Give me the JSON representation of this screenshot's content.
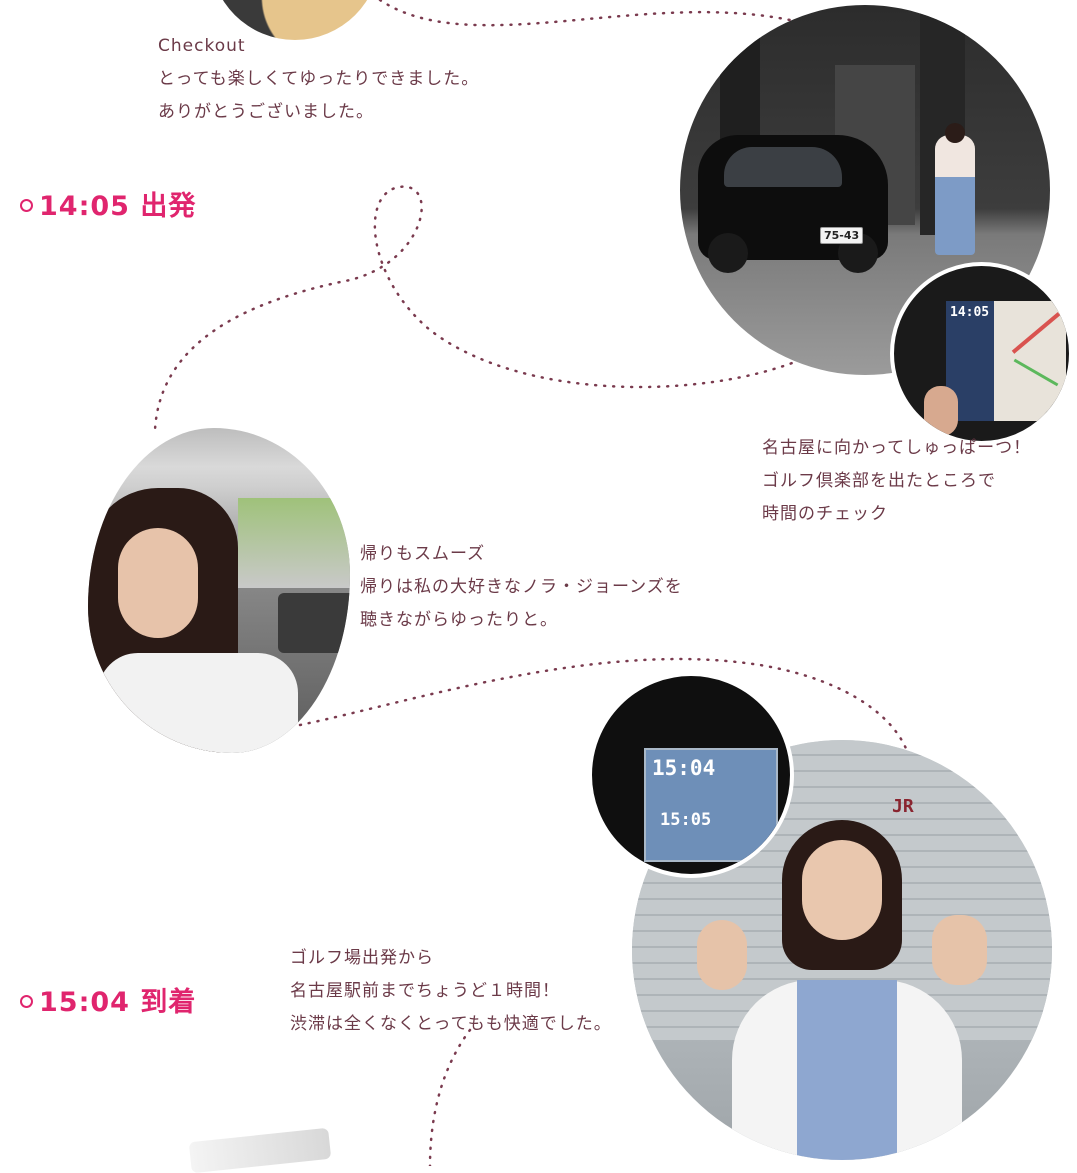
{
  "timeline": {
    "checkout": {
      "heading": "Checkout",
      "lines": [
        "とっても楽しくてゆったりできました。",
        "ありがとうございました。"
      ]
    },
    "departure": {
      "time": "14:05",
      "label": "出発",
      "caption": [
        "名古屋に向かってしゅっぱーつ！",
        "ゴルフ倶楽部を出たところで",
        "時間のチェック"
      ]
    },
    "drive": {
      "caption": [
        "帰りもスムーズ",
        "帰りは私の大好きなノラ・ジョーンズを",
        "聴きながらゆったりと。"
      ]
    },
    "arrival": {
      "time": "15:04",
      "label": "到着",
      "caption": [
        "ゴルフ場出発から",
        "名古屋駅前までちょうど１時間！",
        "渋滞は全くなくとってもも快適でした。"
      ]
    }
  },
  "photos": {
    "car_plate": "75-43",
    "nav_departure_time": "14:05",
    "nav_arrival_time": "15:04",
    "nav_eta": "15:05",
    "station_sign": "JR"
  },
  "colors": {
    "accent": "#e0256e",
    "text": "#6b3a48",
    "route": "#7a3a4e"
  }
}
